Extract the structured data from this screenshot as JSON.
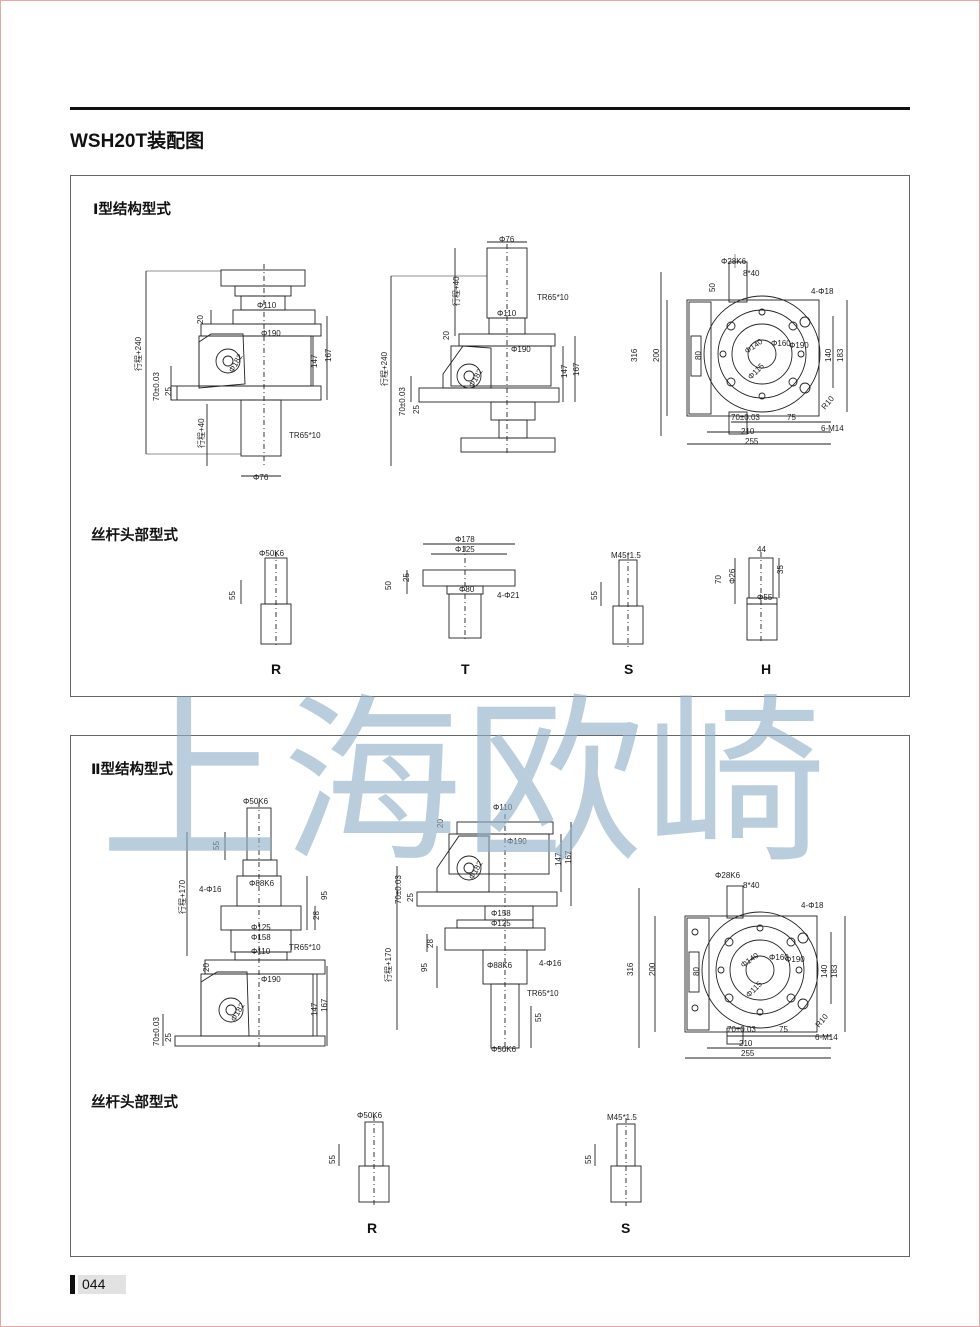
{
  "page": {
    "title": "WSH20T装配图",
    "page_number": "044",
    "watermark": "上海欧崎"
  },
  "section1": {
    "structure_title": "Ⅰ型结构型式",
    "head_title": "丝杆头部型式",
    "head_labels": [
      "R",
      "T",
      "S",
      "H"
    ],
    "dims": {
      "phi110": "Φ110",
      "phi190": "Φ190",
      "phi76": "Φ76",
      "phi28k6": "Φ28K6",
      "phi182": "Φ182",
      "d20": "20",
      "d25": "25",
      "d147": "147",
      "d167": "167",
      "tol70": "70±0.03",
      "travel240": "行程+240",
      "travel40": "行程+40",
      "tr": "TR65*10",
      "d8x40": "8*40",
      "d4phi18": "4-Φ18",
      "d50": "50",
      "d316": "316",
      "d200": "200",
      "d80": "80",
      "d140": "140",
      "d183": "183",
      "phi140": "Φ140",
      "phi160": "Φ160",
      "phi115": "Φ115",
      "tol70b": "70±0.03",
      "d75": "75",
      "r10": "R10",
      "d210": "210",
      "d255": "255",
      "m14": "6-M14",
      "r_phi50k6": "Φ50K6",
      "r_55": "55",
      "t_phi178": "Φ178",
      "t_phi125": "Φ125",
      "t_phi80": "Φ80",
      "t_50": "50",
      "t_25": "25",
      "t_4phi21": "4-Φ21",
      "s_m45": "M45*1.5",
      "s_55": "55",
      "h_44": "44",
      "h_70": "70",
      "h_26": "Φ26",
      "h_35": "35",
      "h_55": "Φ55"
    }
  },
  "section2": {
    "structure_title": "Ⅱ型结构型式",
    "head_title": "丝杆头部型式",
    "head_labels": [
      "R",
      "S"
    ],
    "dims": {
      "phi50k6": "Φ50K6",
      "d55": "55",
      "travel170": "行程+170",
      "d4phi16": "4-Φ16",
      "phi88k6": "Φ88K6",
      "d95": "95",
      "d28": "28",
      "phi125": "Φ125",
      "phi158": "Φ158",
      "tr": "TR65*10",
      "phi110": "Φ110",
      "phi190": "Φ190",
      "d20": "20",
      "d147": "147",
      "d167": "167",
      "d25": "25",
      "tol70": "70±0.03",
      "phi182": "Φ182",
      "r_phi50k6": "Φ50K6",
      "r_55": "55",
      "s_m45": "M45*1.5",
      "s_55": "55"
    }
  }
}
